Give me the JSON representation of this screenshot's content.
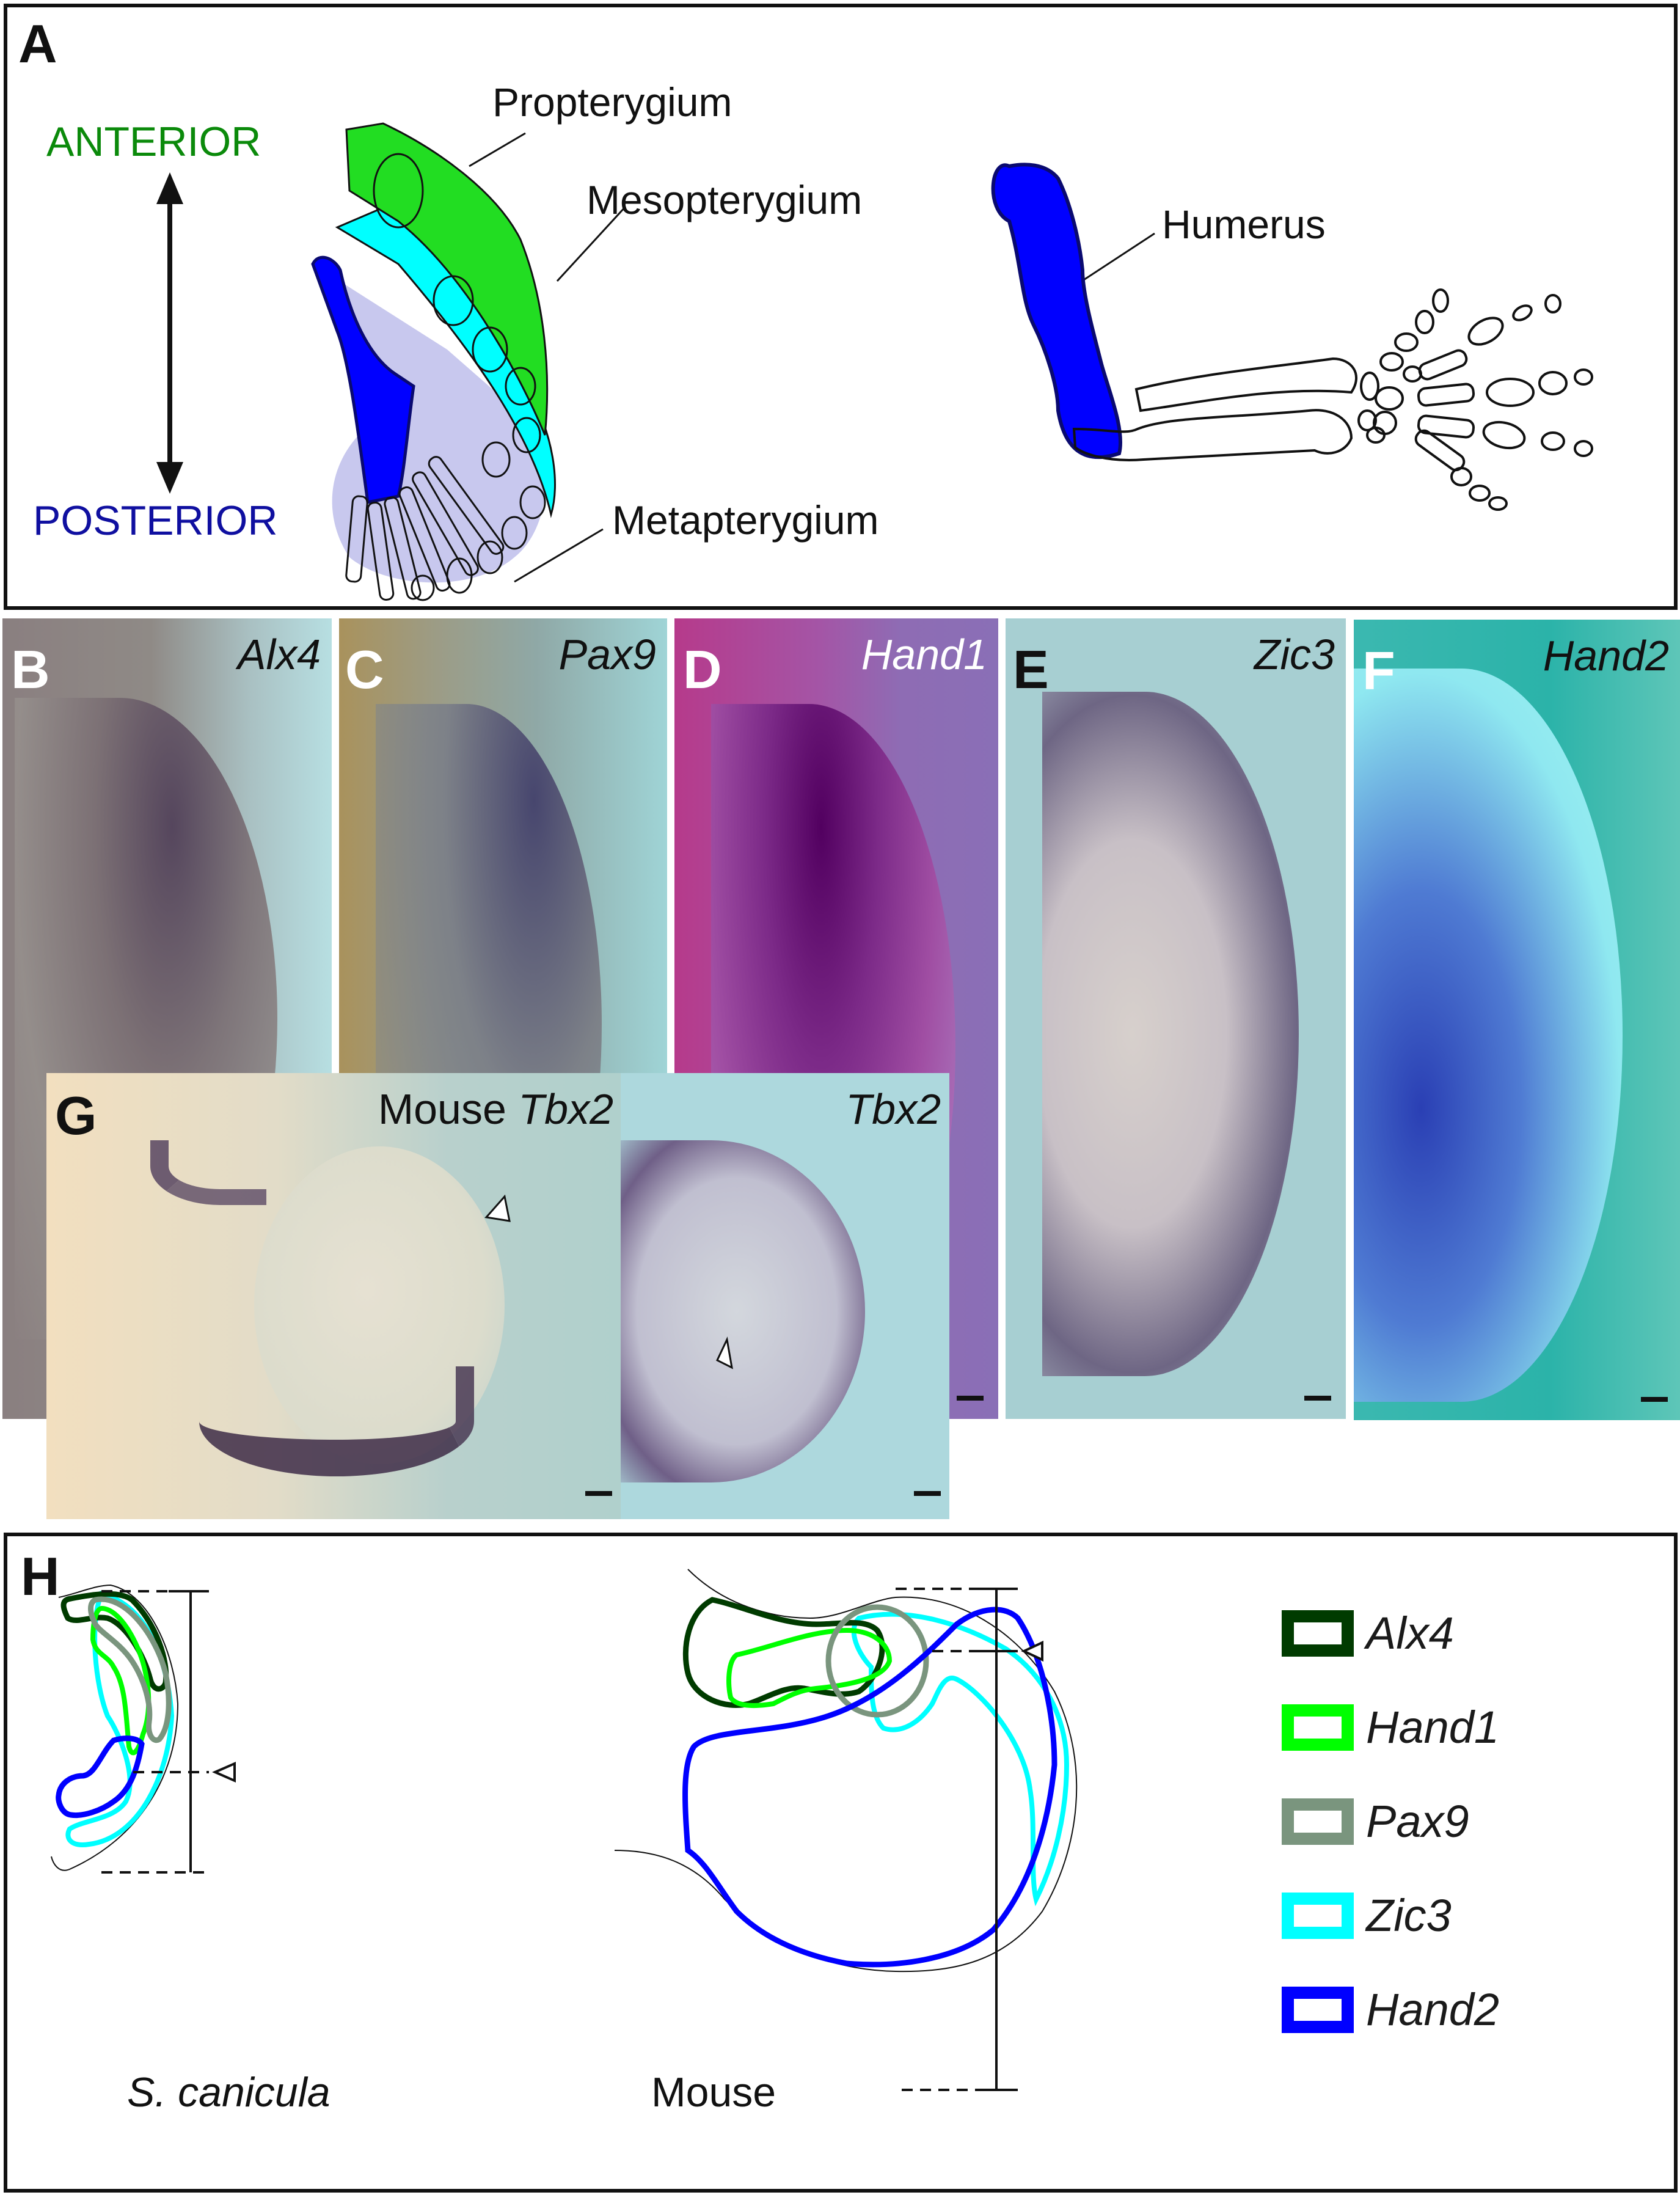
{
  "panel_a": {
    "label": "A",
    "anterior": "ANTERIOR",
    "posterior": "POSTERIOR",
    "propterygium": "Propterygium",
    "mesopterygium": "Mesopterygium",
    "metapterygium": "Metapterygium",
    "humerus": "Humerus",
    "colors": {
      "anterior": "#0b8a0b",
      "posterior": "#0f0fa0",
      "propterygium": "#22dd22",
      "mesopterygium": "#00ffff",
      "metapterygium": "#c8c8ee",
      "humerus": "#0000ff"
    }
  },
  "photo_panels": [
    {
      "label": "B",
      "gene": "Alx4",
      "label_color": "#ffffff",
      "gene_color": "#111111"
    },
    {
      "label": "C",
      "gene": "Pax9",
      "label_color": "#ffffff",
      "gene_color": "#111111"
    },
    {
      "label": "D",
      "gene": "Hand1",
      "label_color": "#ffffff",
      "gene_color": "#ffffff"
    },
    {
      "label": "E",
      "gene": "Zic3",
      "label_color": "#111111",
      "gene_color": "#111111"
    },
    {
      "label": "F",
      "gene": "Hand2",
      "label_color": "#ffffff",
      "gene_color": "#111111"
    }
  ],
  "panel_g": {
    "label": "G",
    "left_prefix": "Mouse ",
    "left_gene": "Tbx2",
    "right_gene": "Tbx2"
  },
  "panel_h": {
    "label": "H",
    "species_left": "S. canicula",
    "species_right": "Mouse",
    "legend": [
      {
        "gene": "Alx4",
        "color": "#003b00"
      },
      {
        "gene": "Hand1",
        "color": "#00ff00"
      },
      {
        "gene": "Pax9",
        "color": "#7a957e"
      },
      {
        "gene": "Zic3",
        "color": "#00ffff"
      },
      {
        "gene": "Hand2",
        "color": "#0000ff"
      }
    ]
  }
}
